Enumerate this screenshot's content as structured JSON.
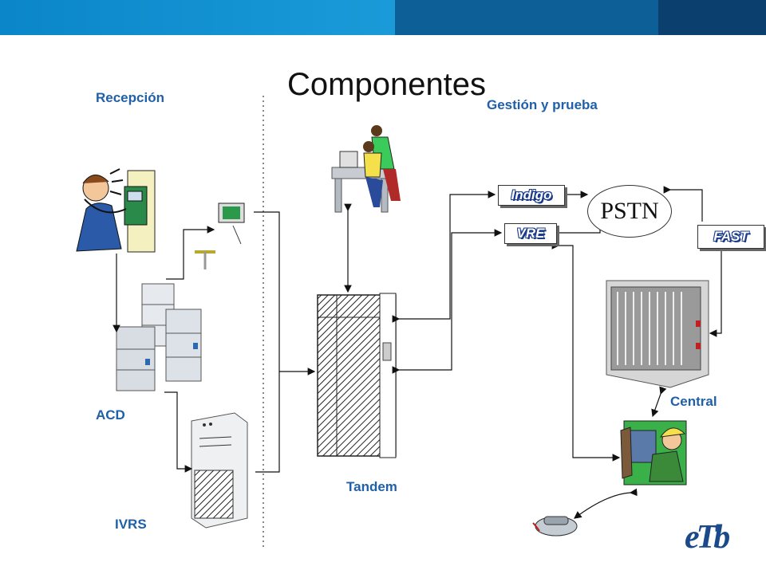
{
  "title": "Componentes",
  "labels": {
    "recepcion": "Recepción",
    "gestion": "Gestión y prueba",
    "acd": "ACD",
    "ivrs": "IVRS",
    "tandem": "Tandem",
    "central": "Central"
  },
  "nodes": {
    "indigo": "Indigo",
    "vre": "VRE",
    "fast": "FAST",
    "pstn": "PSTN"
  },
  "logo": "eTb",
  "colors": {
    "label_blue": "#2060a8",
    "bar_light": "#1a9bd8",
    "bar_mid": "#0d5f98",
    "bar_dark": "#0a3f6e"
  }
}
